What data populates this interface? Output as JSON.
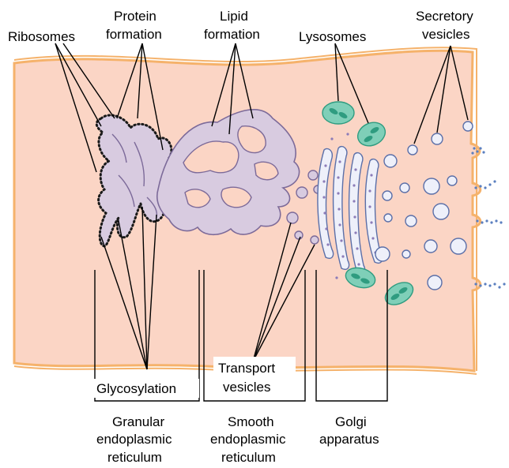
{
  "labels": {
    "ribosomes": "Ribosomes",
    "protein_formation_1": "Protein",
    "protein_formation_2": "formation",
    "lipid_formation_1": "Lipid",
    "lipid_formation_2": "formation",
    "lysosomes": "Lysosomes",
    "secretory_vesicles_1": "Secretory",
    "secretory_vesicles_2": "vesicles",
    "transport_vesicles_1": "Transport",
    "transport_vesicles_2": "vesicles",
    "glycosylation": "Glycosylation",
    "granular_er_1": "Granular",
    "granular_er_2": "endoplasmic",
    "granular_er_3": "reticulum",
    "smooth_er_1": "Smooth",
    "smooth_er_2": "endoplasmic",
    "smooth_er_3": "reticulum",
    "golgi_1": "Golgi",
    "golgi_2": "apparatus"
  },
  "colors": {
    "cytoplasm": "#fbd5c5",
    "membrane": "#f5b26b",
    "er": "#d8cbe0",
    "er_outline": "#7c6a99",
    "ribosome": "#1a1a1a",
    "golgi_dots": "#8c7cb8",
    "lysosome_fill": "#7fcfb8",
    "lysosome_inner": "#2f9c80",
    "vesicle_fill": "#eef0fa",
    "vesicle_outline": "#5b6fa8",
    "secretion": "#5b7fc0"
  }
}
